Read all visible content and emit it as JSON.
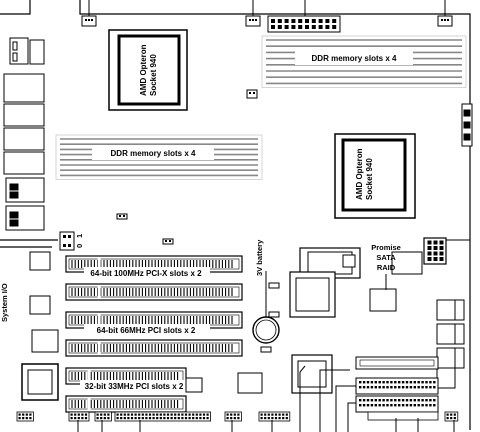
{
  "labels": {
    "cpu1": [
      "AMD Opteron",
      "Socket 940"
    ],
    "cpu2": [
      "AMD Opteron",
      "Socket 940"
    ],
    "ddr1": "DDR memory slots x 4",
    "ddr2": "DDR memory slots x 4",
    "pcix": "64-bit 100MHz PCI-X slots x 2",
    "pci66": "64-bit 66MHz PCI slots x 2",
    "pci33": "32-bit 33MHz PCI slots x 2",
    "battery": "3V battery",
    "raid": [
      "Promise",
      "SATA",
      "RAID"
    ],
    "jumper_0": "0",
    "jumper_1": "1",
    "edge_text": "System I/O"
  }
}
